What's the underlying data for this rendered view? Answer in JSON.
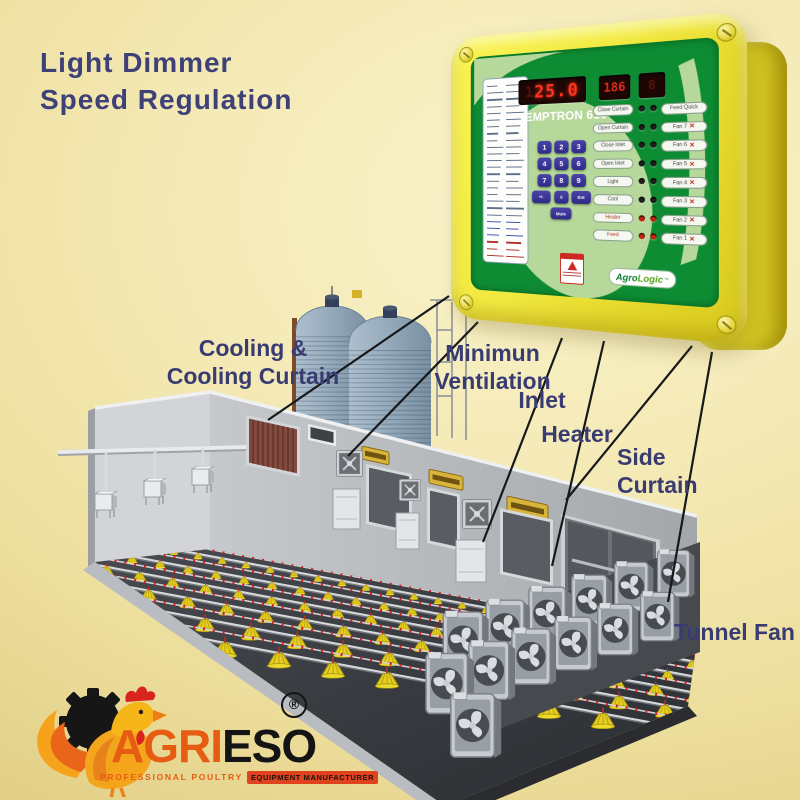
{
  "title": {
    "line1": "Light Dimmer",
    "line2": "Speed Regulation"
  },
  "controller": {
    "model": "TEMPTRON 616",
    "display": {
      "ghost": "1",
      "main": "25.0",
      "aux1": "186",
      "aux2": "8"
    },
    "keypad": [
      "1",
      "2",
      "3",
      "4",
      "5",
      "6",
      "7",
      "8",
      "9",
      "+/-",
      "0",
      "Ent",
      "Mute"
    ],
    "function_buttons": [
      {
        "label": "Close Curtain"
      },
      {
        "label": "Open Curtain"
      },
      {
        "label": "Close Inlet"
      },
      {
        "label": "Open Inlet"
      },
      {
        "label": "Light"
      },
      {
        "label": "Cool"
      },
      {
        "label": "Heater"
      },
      {
        "label": "Feed"
      }
    ],
    "fan_buttons": [
      {
        "label": "Feed Quick"
      },
      {
        "label": "Fan 7"
      },
      {
        "label": "Fan 6"
      },
      {
        "label": "Fan 5"
      },
      {
        "label": "Fan 4"
      },
      {
        "label": "Fan 3"
      },
      {
        "label": "Fan 2"
      },
      {
        "label": "Fan 1"
      }
    ],
    "brand": "AgroLogic",
    "brand_tm": "™"
  },
  "labels": {
    "cooling_1": "Cooling &",
    "cooling_2": "Cooling Curtain",
    "ventilation_1": "Minimun",
    "ventilation_2": "Ventilation",
    "inlet": "Inlet",
    "heater": "Heater",
    "side_curtain_1": "Side",
    "side_curtain_2": "Curtain",
    "tunnel_fan": "Tunnel Fan"
  },
  "logo": {
    "brand_left": "AGRI",
    "brand_right": "ESO",
    "registered": "®",
    "tagline_left": "PROFESSIONAL POULTRY",
    "tagline_right": "EQUIPMENT MANUFACTURER"
  },
  "scene": {
    "colors": {
      "pan": "#e6cf1e",
      "pan_edge": "#a6920f",
      "nipple": "#cf1f1f",
      "leader": "#17181a",
      "floor": "#3a3d42",
      "wall": "#b6babe",
      "tank": "#8aa0b4"
    },
    "feeder_lines": 6,
    "water_lines": 6,
    "tunnel_fans": 13,
    "list_rows": 26
  }
}
